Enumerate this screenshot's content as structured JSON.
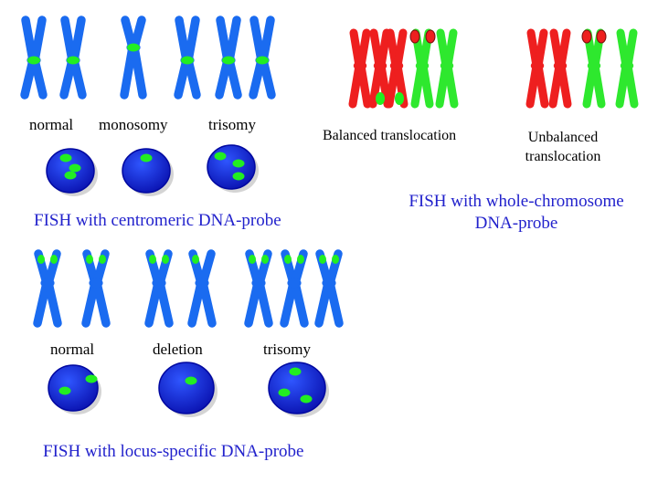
{
  "colors": {
    "chromosome_blue": "#1a6bf0",
    "probe_green": "#22ee22",
    "translocation_red": "#ee1f1f",
    "translocation_green": "#2ee82e",
    "caption_blue": "#2222cc"
  },
  "centromeric": {
    "labels": [
      "normal",
      "monosomy",
      "trisomy"
    ],
    "caption": "FISH with centromeric DNA-probe"
  },
  "whole_chromosome": {
    "balanced_label": "Balanced translocation",
    "unbalanced_label": "Unbalanced translocation",
    "caption": "FISH with whole-chromosome DNA-probe"
  },
  "locus_specific": {
    "labels": [
      "normal",
      "deletion",
      "trisomy"
    ],
    "caption": "FISH with locus-specific DNA-probe"
  }
}
